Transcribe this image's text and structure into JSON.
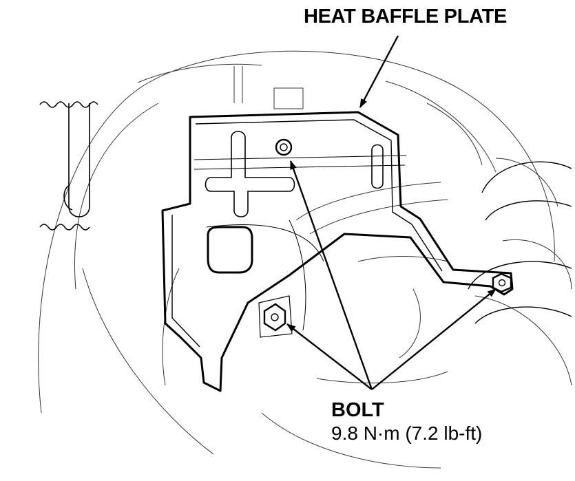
{
  "diagram": {
    "callout_title": "HEAT BAFFLE PLATE",
    "bolt_label": "BOLT",
    "torque_spec": "9.8 N·m (7.2 lb-ft)"
  },
  "colors": {
    "line": "#000000",
    "background": "#ffffff",
    "detail": "#555555"
  }
}
